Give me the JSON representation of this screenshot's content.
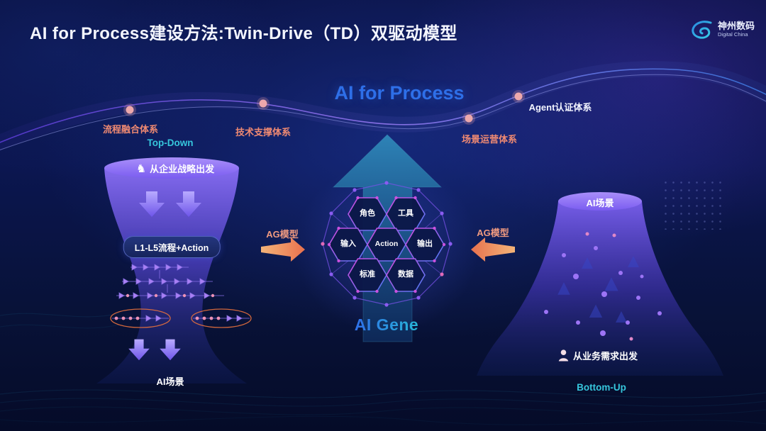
{
  "header": {
    "title": "AI for Process建设方法:Twin-Drive（TD）双驱动模型",
    "logo_name": "神州数码",
    "logo_subtitle": "Digital China"
  },
  "curve": {
    "nodes": [
      {
        "label": "流程融合体系"
      },
      {
        "label": "技术支撑体系"
      },
      {
        "label": "场景运营体系"
      },
      {
        "label": "Agent认证体系"
      }
    ]
  },
  "center": {
    "title": "AI for Process",
    "gene_label": "AI Gene",
    "hex": {
      "role": "角色",
      "tool": "工具",
      "input": "输入",
      "action": "Action",
      "output": "输出",
      "standard": "标准",
      "data": "数据"
    }
  },
  "arrows": {
    "left_label": "AG模型",
    "right_label": "AG模型"
  },
  "top_down": {
    "label": "Top-Down",
    "strategy": "从企业战略出发",
    "pill": "L1-L5流程+Action",
    "scene": "AI场景"
  },
  "bottom_up": {
    "label": "Bottom-Up",
    "scene": "AI场景",
    "need": "从业务需求出发"
  },
  "colors": {
    "background": "#0a1244",
    "accent_pink": "#f08a72",
    "accent_cyan": "#36c6dc",
    "accent_blue": "#2e6fe8",
    "funnel_purple": "#7a5cf0",
    "highlight_orange": "#e8713d"
  }
}
